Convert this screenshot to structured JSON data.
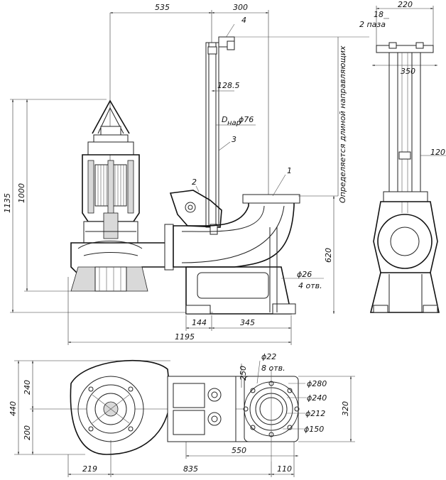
{
  "dimensions": {
    "d535": "535",
    "d300": "300",
    "d220": "220",
    "d18": "18",
    "d2paza": "2 паза",
    "d350": "350",
    "d1285": "128.5",
    "dnar": "D",
    "dnar_sub": "нар",
    "d76": "ϕ76",
    "d1135": "1135",
    "d1000": "1000",
    "d620": "620",
    "d120": "120",
    "d26": "ϕ26",
    "d4otv": "4 отв.",
    "d144": "144",
    "d345": "345",
    "d1195": "1195",
    "d22": "ϕ22",
    "d8otv": "8 отв.",
    "d250": "250",
    "d280": "ϕ280",
    "d240c": "ϕ240",
    "d212": "ϕ212",
    "d150": "ϕ150",
    "d320": "320",
    "d440": "440",
    "d240": "240",
    "d200": "200",
    "d550": "550",
    "d219": "219",
    "d835": "835",
    "d110": "110"
  },
  "callouts": {
    "c1": "1",
    "c2": "2",
    "c3": "3",
    "c4": "4"
  },
  "note": "Определяется длиной направляющих"
}
